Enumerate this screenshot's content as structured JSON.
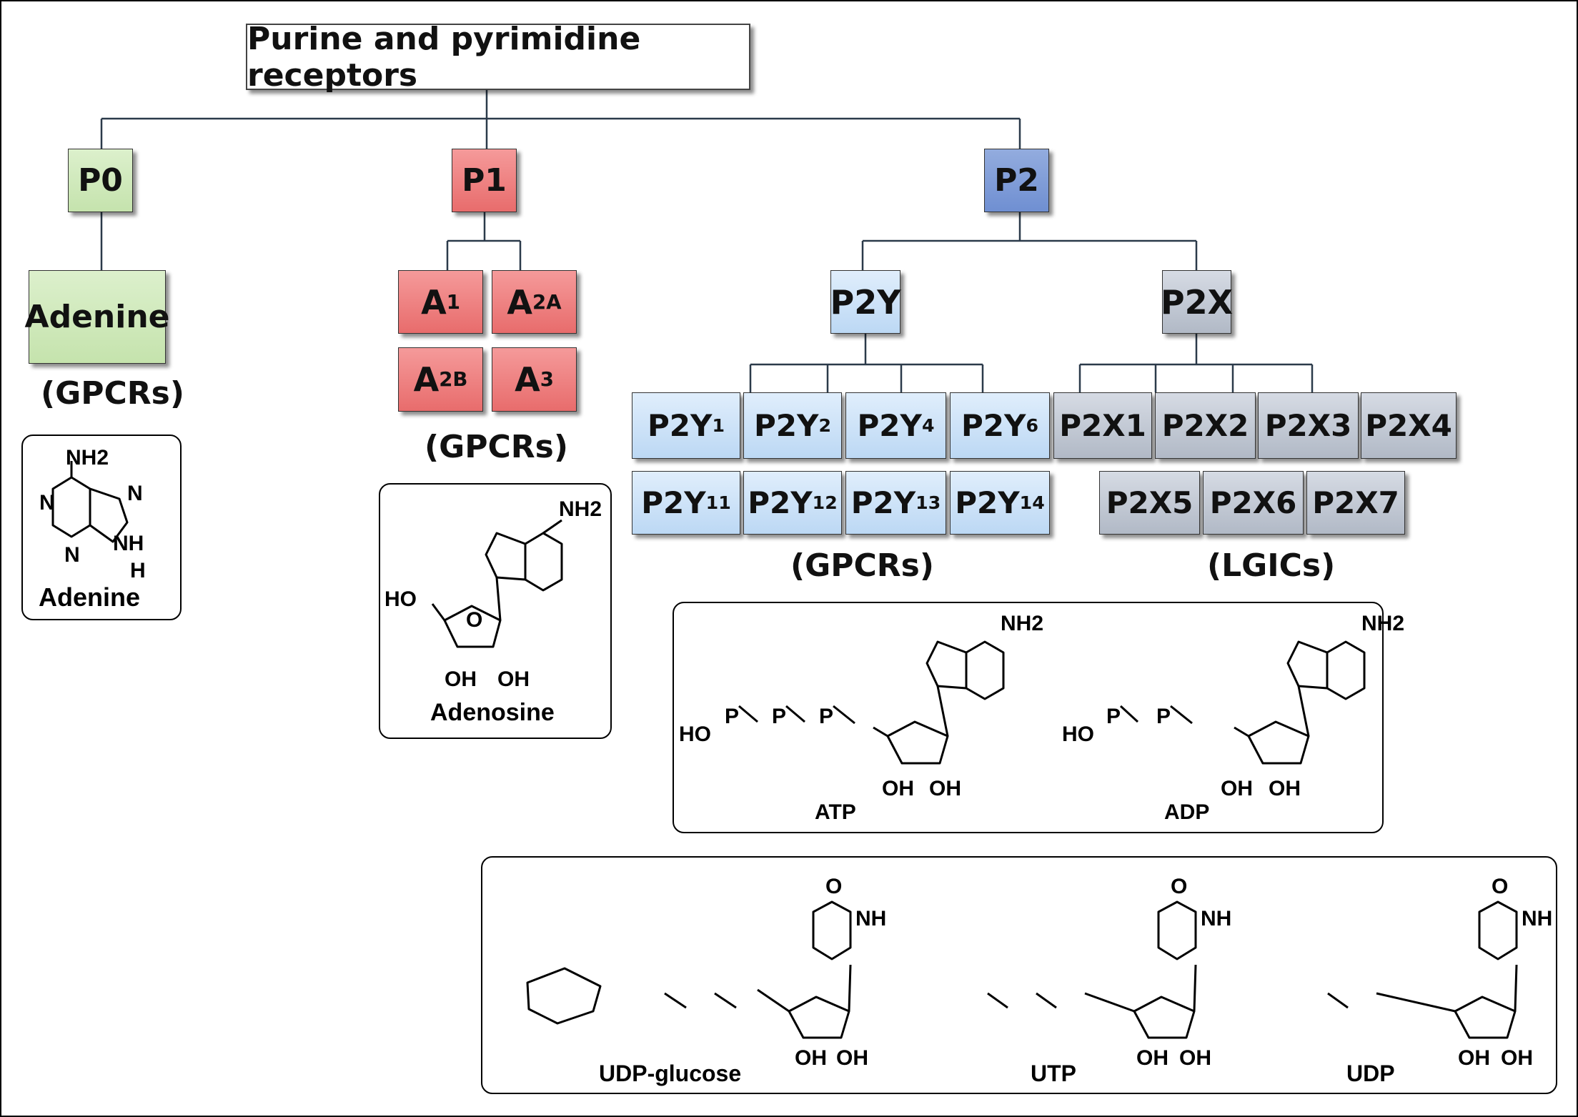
{
  "title": "Purine and pyrimidine receptors",
  "families": {
    "p0": {
      "label": "P0",
      "subtype": "Adenine",
      "class": "(GPCRs)"
    },
    "p1": {
      "label": "P1",
      "subtypes": [
        "A1",
        "A2A",
        "A2B",
        "A3"
      ],
      "class": "(GPCRs)"
    },
    "p2": {
      "label": "P2",
      "p2y": {
        "label": "P2Y",
        "subtypes": [
          "P2Y1",
          "P2Y2",
          "P2Y4",
          "P2Y6",
          "P2Y11",
          "P2Y12",
          "P2Y13",
          "P2Y14"
        ],
        "class": "(GPCRs)"
      },
      "p2x": {
        "label": "P2X",
        "subtypes": [
          "P2X1",
          "P2X2",
          "P2X3",
          "P2X4",
          "P2X5",
          "P2X6",
          "P2X7"
        ],
        "class": "(LGICs)"
      }
    }
  },
  "ligands": {
    "adenine": "Adenine",
    "adenosine": "Adenosine",
    "atp": "ATP",
    "adp": "ADP",
    "udp_glucose": "UDP-glucose",
    "utp": "UTP",
    "udp": "UDP"
  },
  "atom_labels": [
    "NH2",
    "N",
    "H",
    "HO",
    "O",
    "OH",
    "P",
    "NH"
  ],
  "colors": {
    "p0": "#c5e3ad",
    "p1": "#e86c6c",
    "p2": "#6f8fd2",
    "p2y": "#bcd8f4",
    "p2x": "#b1b9c6"
  }
}
